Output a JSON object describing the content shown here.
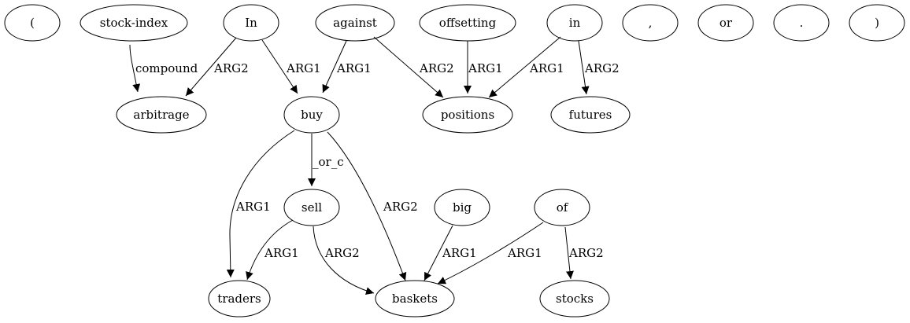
{
  "graph": {
    "type": "semantic-dependency-graph",
    "nodes": [
      {
        "id": "lparen",
        "label": "("
      },
      {
        "id": "stockindex",
        "label": "stock-index"
      },
      {
        "id": "in_cap",
        "label": "In"
      },
      {
        "id": "against",
        "label": "against"
      },
      {
        "id": "offsetting",
        "label": "offsetting"
      },
      {
        "id": "in_low",
        "label": "in"
      },
      {
        "id": "comma",
        "label": ","
      },
      {
        "id": "or",
        "label": "or"
      },
      {
        "id": "period",
        "label": "."
      },
      {
        "id": "rparen",
        "label": ")"
      },
      {
        "id": "arbitrage",
        "label": "arbitrage"
      },
      {
        "id": "buy",
        "label": "buy"
      },
      {
        "id": "positions",
        "label": "positions"
      },
      {
        "id": "futures",
        "label": "futures"
      },
      {
        "id": "sell",
        "label": "sell"
      },
      {
        "id": "big",
        "label": "big"
      },
      {
        "id": "of",
        "label": "of"
      },
      {
        "id": "traders",
        "label": "traders"
      },
      {
        "id": "baskets",
        "label": "baskets"
      },
      {
        "id": "stocks",
        "label": "stocks"
      }
    ],
    "edges": [
      {
        "id": "e1",
        "from": "stockindex",
        "to": "arbitrage",
        "label": "compound"
      },
      {
        "id": "e2",
        "from": "in_cap",
        "to": "arbitrage",
        "label": "ARG2"
      },
      {
        "id": "e3",
        "from": "in_cap",
        "to": "buy",
        "label": "ARG1"
      },
      {
        "id": "e4",
        "from": "against",
        "to": "buy",
        "label": "ARG1"
      },
      {
        "id": "e5",
        "from": "against",
        "to": "positions",
        "label": "ARG2"
      },
      {
        "id": "e6",
        "from": "offsetting",
        "to": "positions",
        "label": "ARG1"
      },
      {
        "id": "e7",
        "from": "in_low",
        "to": "positions",
        "label": "ARG1"
      },
      {
        "id": "e8",
        "from": "in_low",
        "to": "futures",
        "label": "ARG2"
      },
      {
        "id": "e9",
        "from": "buy",
        "to": "sell",
        "label": "_or_c"
      },
      {
        "id": "e10",
        "from": "buy",
        "to": "traders",
        "label": "ARG1"
      },
      {
        "id": "e11",
        "from": "buy",
        "to": "baskets",
        "label": "ARG2"
      },
      {
        "id": "e12",
        "from": "sell",
        "to": "traders",
        "label": "ARG1"
      },
      {
        "id": "e13",
        "from": "sell",
        "to": "baskets",
        "label": "ARG2"
      },
      {
        "id": "e14",
        "from": "big",
        "to": "baskets",
        "label": "ARG1"
      },
      {
        "id": "e15",
        "from": "of",
        "to": "baskets",
        "label": "ARG1"
      },
      {
        "id": "e16",
        "from": "of",
        "to": "stocks",
        "label": "ARG2"
      }
    ]
  }
}
